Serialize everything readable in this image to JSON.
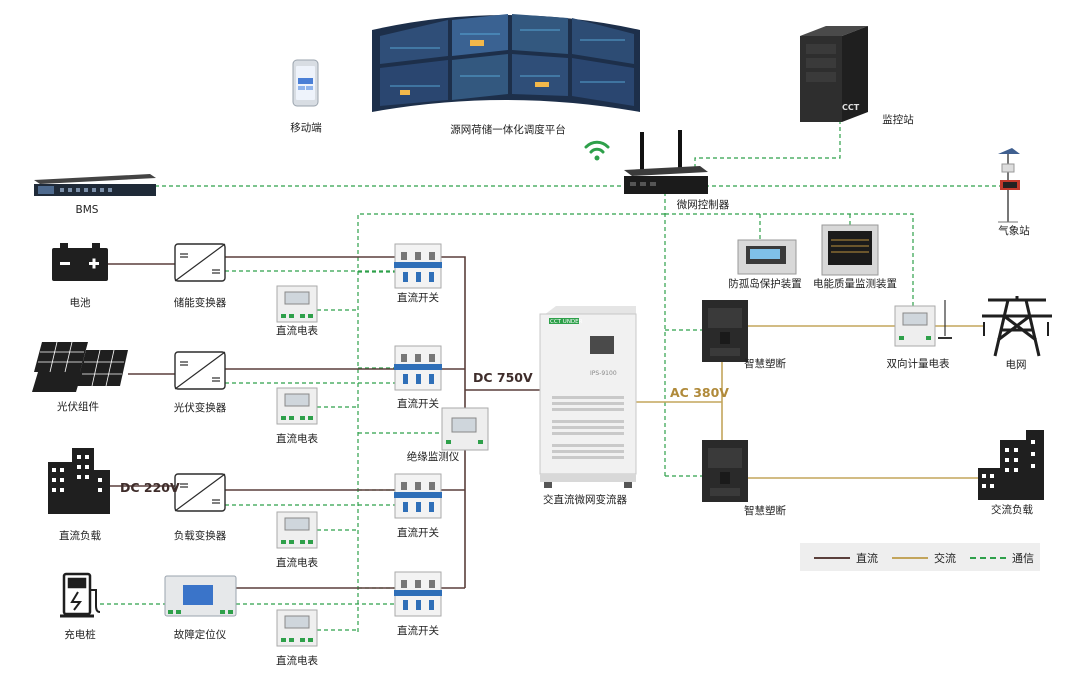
{
  "labels": {
    "mobile": "移动端",
    "platform": "源网荷储一体化调度平台",
    "monitor_station": "监控站",
    "bms": "BMS",
    "controller": "微网控制器",
    "weather": "气象站",
    "battery": "电池",
    "storage_converter": "储能变换器",
    "dc_switch": "直流开关",
    "dc_meter": "直流电表",
    "anti_island": "防孤岛保护装置",
    "power_quality": "电能质量监测装置",
    "pv": "光伏组件",
    "pv_converter": "光伏变换器",
    "insulation": "绝缘监测仪",
    "dc_load": "直流负载",
    "load_converter": "负载变换器",
    "converter": "交直流微网变流器",
    "smart_breaker": "智慧塑断",
    "bidir_meter": "双向计量电表",
    "grid": "电网",
    "ac_load": "交流负载",
    "charger": "充电桩",
    "fault_locator": "故障定位仪",
    "dc750": "DC 750V",
    "ac380": "AC 380V",
    "dc220": "DC 220V",
    "cabinet_brand": "CCT UNDER",
    "cabinet_model": "IPS-9100",
    "pc_brand": "CCT"
  },
  "legend": [
    {
      "label": "直流",
      "color": "#5a3f3b",
      "style": "solid"
    },
    {
      "label": "交流",
      "color": "#c3a55c",
      "style": "solid"
    },
    {
      "label": "通信",
      "color": "#2ea04a",
      "style": "dashed"
    }
  ],
  "colors": {
    "dc": "#5a3f3b",
    "ac": "#c3a55c",
    "comm": "#2ea04a",
    "device": "#2b2b2b"
  }
}
